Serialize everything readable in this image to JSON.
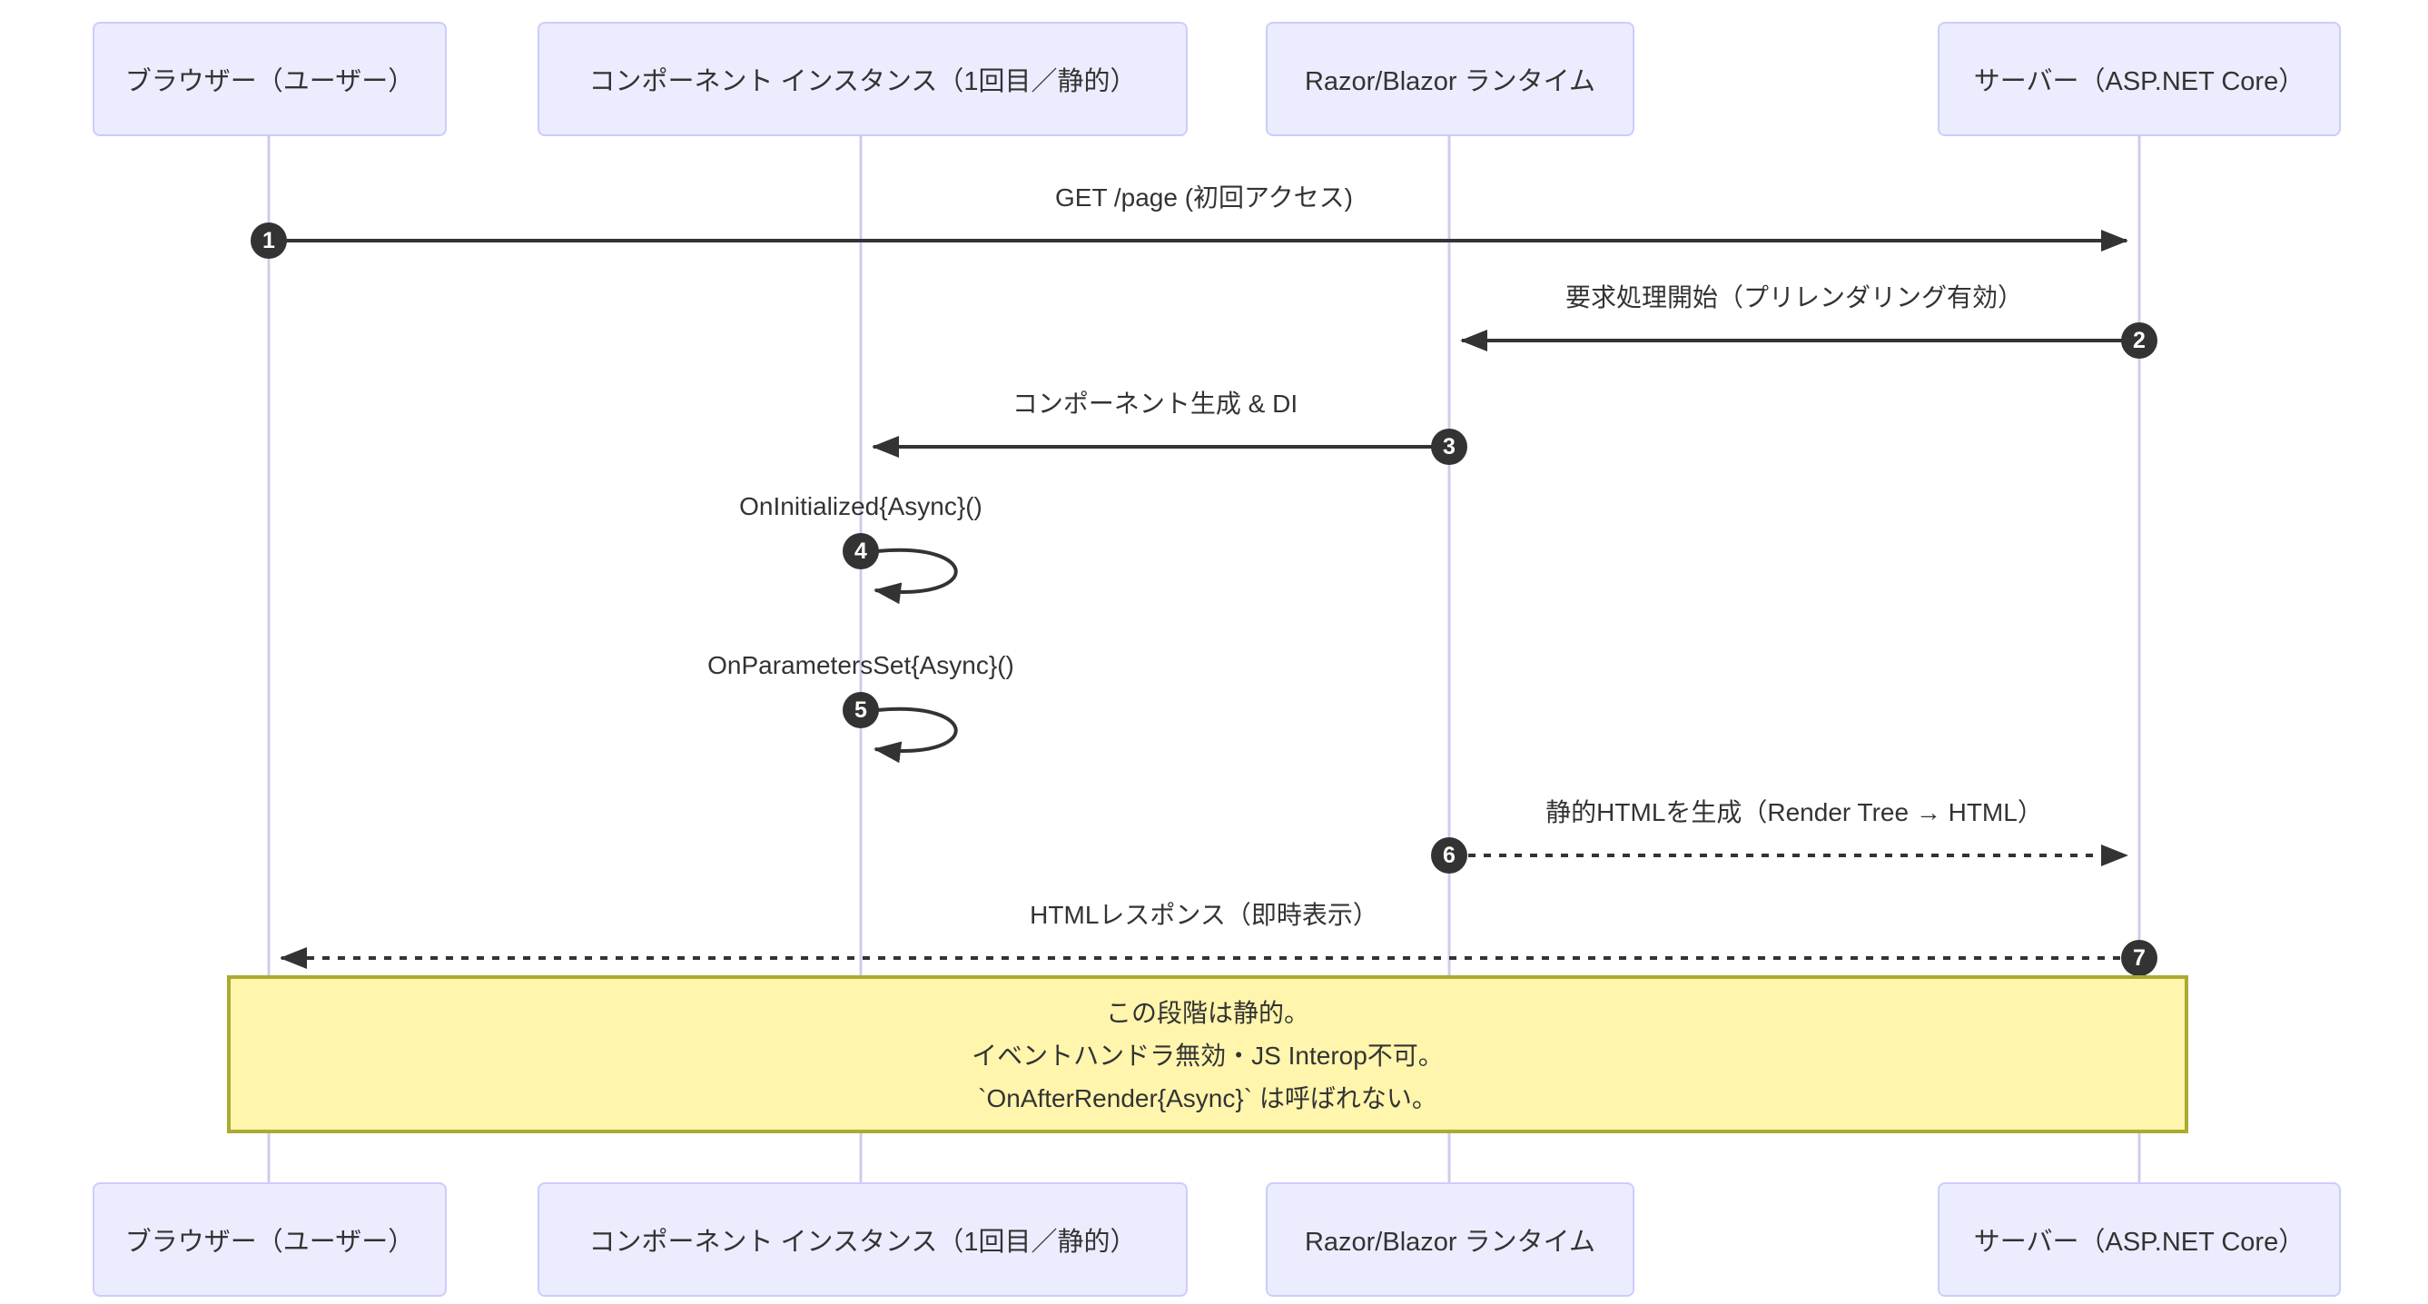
{
  "diagram": {
    "type": "sequence",
    "title": "",
    "actors": [
      {
        "id": "browser",
        "label": "ブラウザー（ユーザー）"
      },
      {
        "id": "component",
        "label": "コンポーネント インスタンス（1回目／静的）"
      },
      {
        "id": "runtime",
        "label": "Razor/Blazor ランタイム"
      },
      {
        "id": "server",
        "label": "サーバー（ASP.NET Core）"
      }
    ],
    "messages": [
      {
        "seq": "1",
        "label": "GET /page (初回アクセス)",
        "from": "browser",
        "to": "server",
        "line": "solid"
      },
      {
        "seq": "2",
        "label": "要求処理開始（プリレンダリング有効）",
        "from": "server",
        "to": "runtime",
        "line": "solid"
      },
      {
        "seq": "3",
        "label": "コンポーネント生成 & DI",
        "from": "runtime",
        "to": "component",
        "line": "solid"
      },
      {
        "seq": "4",
        "label": "OnInitialized{Async}()",
        "from": "component",
        "to": "component",
        "line": "self"
      },
      {
        "seq": "5",
        "label": "OnParametersSet{Async}()",
        "from": "component",
        "to": "component",
        "line": "self"
      },
      {
        "seq": "6",
        "label": "静的HTMLを生成（Render Tree → HTML）",
        "from": "runtime",
        "to": "server",
        "line": "dotted"
      },
      {
        "seq": "7",
        "label": "HTMLレスポンス（即時表示）",
        "from": "server",
        "to": "browser",
        "line": "dotted"
      }
    ],
    "note": {
      "lines": [
        "この段階は静的。",
        "イベントハンドラ無効・JS Interop不可。",
        "`OnAfterRender{Async}` は呼ばれない。"
      ]
    },
    "colors": {
      "background": "#ffffff",
      "actor_fill": "#ececff",
      "actor_border": "#ccccff",
      "lifeline": "#cfccea",
      "arrow": "#333333",
      "text": "#333333",
      "badge_bg": "#333333",
      "badge_text": "#ffffff",
      "note_fill": "#fff5ad",
      "note_border": "#aaaa33"
    }
  }
}
